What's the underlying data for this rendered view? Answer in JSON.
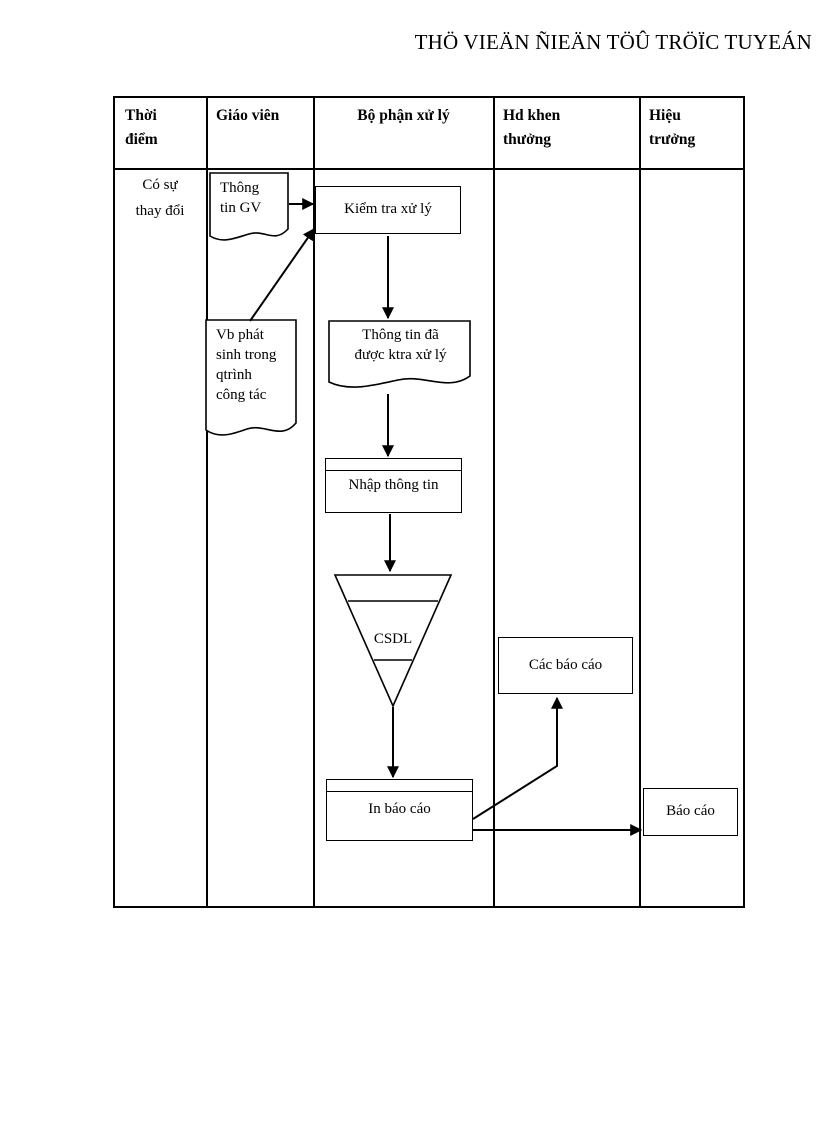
{
  "header": {
    "title": "THÖ VIEÄN ÑIEÄN TÖÛ TRÖÏC TUYEÁN"
  },
  "table": {
    "columns": [
      {
        "id": "thoi-diem",
        "label": "Thời\nđiểm"
      },
      {
        "id": "giao-vien",
        "label": "Giáo viên"
      },
      {
        "id": "bo-phan-xu-ly",
        "label": "Bộ phận xử lý"
      },
      {
        "id": "hd-khen-thuong",
        "label": "Hd khen\nthưởng"
      },
      {
        "id": "hieu-truong",
        "label": "Hiệu\ntrưởng"
      }
    ]
  },
  "nodes": {
    "co_su_thay_doi": "Có sự\nthay đổi",
    "thong_tin_gv": "Thông\ntin GV",
    "vb_phat_sinh": "Vb phát\nsinh trong\nqtrình\ncông tác",
    "kiem_tra_xu_ly": "Kiểm tra xử lý",
    "thong_tin_da_ktra": "Thông tin đã\nđược ktra xử lý",
    "nhap_thong_tin": "Nhập thông tin",
    "csdl": "CSDL",
    "in_bao_cao": "In báo cáo",
    "cac_bao_cao": "Các báo cáo",
    "bao_cao": "Báo cáo"
  },
  "colors": {
    "line": "#000000",
    "background": "#ffffff",
    "text": "#000000"
  }
}
